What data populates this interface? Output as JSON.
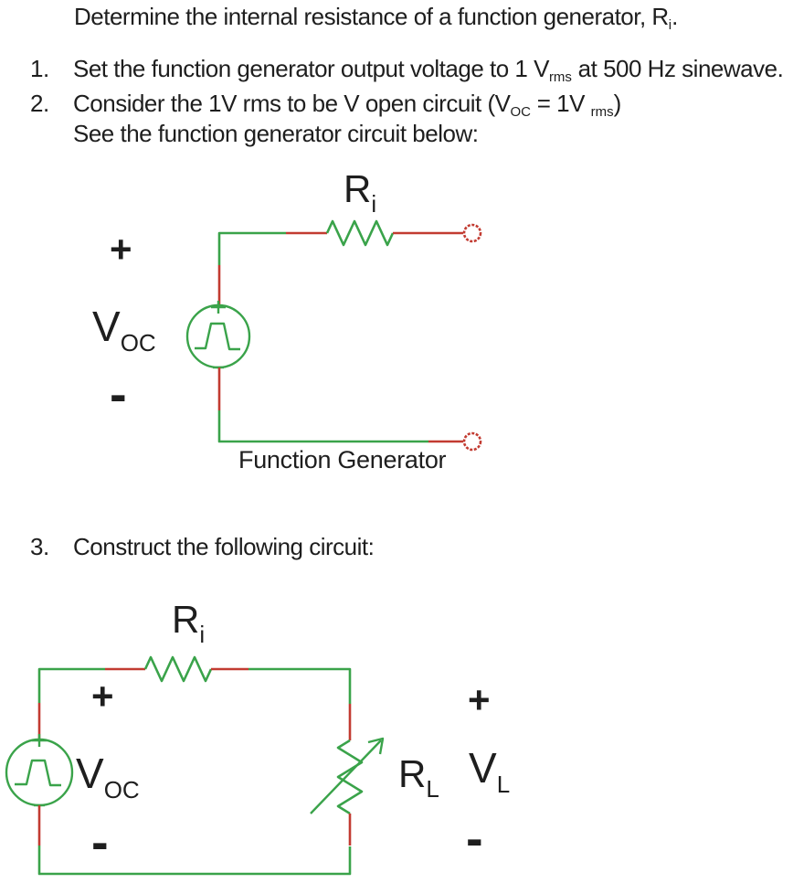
{
  "document": {
    "title": {
      "pre": "Determine the internal resistance of a function generator, R",
      "sub": "i",
      "post": "."
    },
    "list": [
      {
        "number": "1.",
        "pre": "Set the function generator output voltage to 1 V",
        "sub": "rms",
        "post": " at 500 Hz sinewave."
      },
      {
        "number": "2.",
        "pre": "Consider the 1V rms to be V open circuit (V",
        "sub1": "OC",
        "mid": " = 1V ",
        "sub2": "rms",
        "post": ")",
        "continuation": "See the function generator circuit below:"
      },
      {
        "number": "3.",
        "text": "Construct the following circuit:"
      }
    ]
  },
  "circuit1": {
    "resistor_label": {
      "main": "R",
      "sub": "i"
    },
    "source_label": {
      "main": "V",
      "sub": "OC"
    },
    "polarity_plus": "+",
    "polarity_minus": "-",
    "caption": "Function Generator"
  },
  "circuit2": {
    "resistor_label": {
      "main": "R",
      "sub": "i"
    },
    "source_label": {
      "main": "V",
      "sub": "OC"
    },
    "load_label": {
      "main": "R",
      "sub": "L"
    },
    "load_voltage_label": {
      "main": "V",
      "sub": "L"
    },
    "source_plus": "+",
    "source_minus": "-",
    "load_plus": "+",
    "load_minus": "-"
  },
  "colors": {
    "wire_green": "#3aa34a",
    "wire_red": "#c23b31",
    "text": "#1e1e1e"
  }
}
